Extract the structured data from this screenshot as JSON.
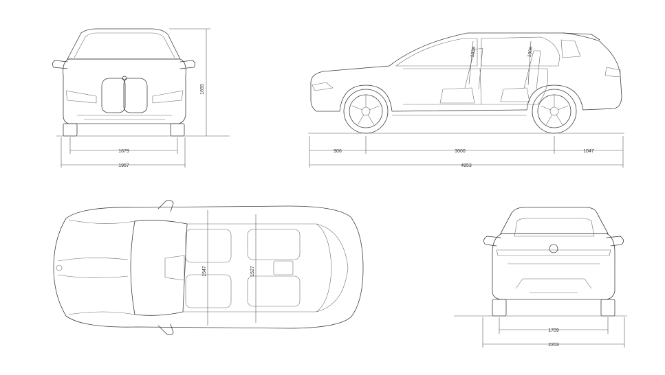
{
  "dimensions": {
    "front_track": "1679",
    "overall_width_mirrors": "1967",
    "height": "1695",
    "front_overhang": "906",
    "wheelbase": "3000",
    "rear_overhang": "1047",
    "overall_length": "4953",
    "front_shoulder_width": "1547",
    "rear_shoulder_width": "1527",
    "rear_track": "1709",
    "overall_width_rear": "2203",
    "headroom_front": "1038",
    "headroom_rear": "1006"
  },
  "colors": {
    "line": "#3c3c3c",
    "dim": "#555555",
    "background": "#ffffff"
  }
}
